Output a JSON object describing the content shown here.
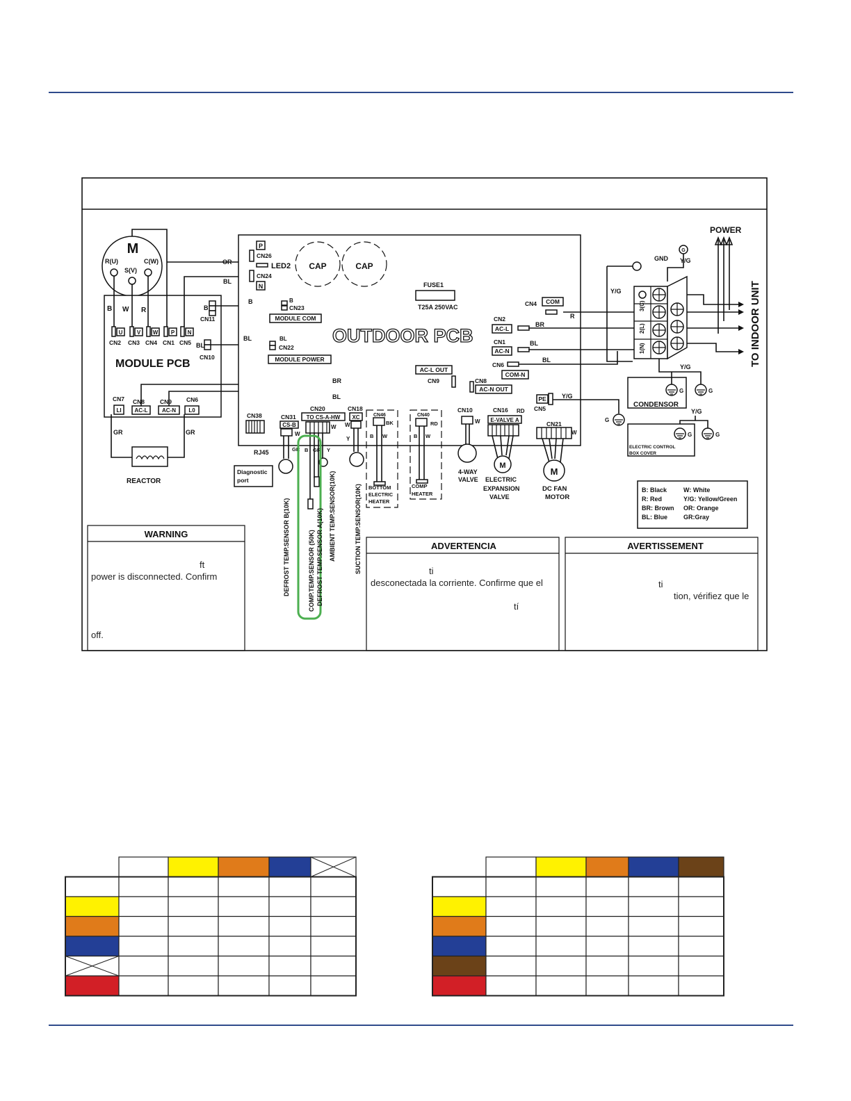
{
  "colors": {
    "rule": "#2e4a8b",
    "highlight": "#4caf50",
    "yellow": "#fff200",
    "orange": "#e07b1a",
    "blue": "#233f96",
    "brown": "#6b4218",
    "red": "#d21f26"
  },
  "motor": {
    "symbol": "M",
    "terminals": [
      "R(U)",
      "S(V)",
      "C(W)"
    ]
  },
  "module_pcb": {
    "title": "MODULE PCB",
    "wire_colors": [
      "B",
      "W",
      "R"
    ],
    "pins": [
      "U",
      "V",
      "W",
      "P",
      "N"
    ],
    "connectors": [
      "CN2",
      "CN3",
      "CN4",
      "CN1",
      "CN5"
    ],
    "cn10_wire": "BL",
    "cn10": "CN10",
    "cn11_wire": "B",
    "cn11": "CN11",
    "bottom_connectors": [
      "CN7",
      "CN8",
      "CN9",
      "CN6"
    ],
    "bottom_pins": [
      "LI",
      "AC-L",
      "AC-N",
      "L0"
    ]
  },
  "reactor": {
    "label": "REACTOR",
    "wire": "GR"
  },
  "outdoor_pcb": {
    "title": "OUTDOOR PCB",
    "cap": "CAP",
    "fuse": "FUSE1",
    "fuse_rating": "T25A 250VAC",
    "p_label": "P",
    "n_label": "N",
    "led": "LED2",
    "cn26": "CN26",
    "cn24": "CN24",
    "or": "OR",
    "bl": "BL",
    "b": "B",
    "br": "BR",
    "r": "R",
    "w": "W",
    "y": "Y",
    "gr": "GR",
    "bk": "BK",
    "rd": "RD",
    "yg": "Y/G",
    "cn23": "CN23",
    "module_com": "MODULE COM",
    "cn22": "CN22",
    "module_power": "MODULE POWER",
    "cn4": "CN4",
    "com": "COM",
    "cn2": "CN2",
    "acl": "AC-L",
    "cn1": "CN1",
    "acn": "AC-N",
    "cn6": "CN6",
    "com_n": "COM-N",
    "acl_out": "AC-L OUT",
    "cn9": "CN9",
    "cn8": "CN8",
    "acn_out": "AC-N OUT",
    "pe": "PE",
    "cn5": "CN5",
    "cn38": "CN38",
    "rj45": "RJ45",
    "diag_line1": "Diagnostic",
    "diag_line2": "port",
    "cn31": "CN31",
    "csb": "CS-B",
    "cn20": "CN20",
    "to_cs_ahw": "TO CS-A-HW",
    "cn18": "CN18",
    "xc": "XC",
    "cn46": "CN46",
    "cn40": "CN40",
    "cn10": "CN10",
    "cn16": "CN16",
    "evalve": "E-VALVE A",
    "cn21": "CN21",
    "m": "M",
    "bottom_heater": [
      "BOTTOM",
      "ELECTRIC",
      "HEATER"
    ],
    "comp_heater": [
      "COMP",
      "HEATER"
    ],
    "four_way": [
      "4-WAY",
      "VALVE"
    ],
    "exp_valve": [
      "ELECTRIC",
      "EXPANSION",
      "VALVE"
    ],
    "fan_motor": [
      "DC FAN",
      "MOTOR"
    ],
    "sensors": [
      "DEFROST TEMP.SENSOR B(10K)",
      "COMP.TEMP.SENSOR (50K)",
      "DEFROST TEMP.SENSOR A(10K)",
      "AMBIENT TEMP.SENSOR(10K)",
      "SUCTION TEMP.SENSOR(10K)"
    ]
  },
  "power": {
    "label": "POWER",
    "gnd": "GND",
    "g": "G",
    "yg": "Y/G",
    "terminals": [
      "3(C)",
      "2(L)",
      "1(N)"
    ],
    "to_indoor": "TO INDOOR UNIT",
    "condensor": "CONDENSOR",
    "ecbox_line1": "ELECTRIC CONTROL",
    "ecbox_line2": "BOX COVER"
  },
  "legend": [
    [
      "B: Black",
      "W: White"
    ],
    [
      "R: Red",
      "Y/G: Yellow/Green"
    ],
    [
      "BR: Brown",
      "OR: Orange"
    ],
    [
      "BL: Blue",
      "GR:Gray"
    ]
  ],
  "warnings": {
    "en_title": "WARNING",
    "en_lines": [
      "ft",
      "power is disconnected. Confirm",
      "off."
    ],
    "es_title": "ADVERTENCIA",
    "es_lines": [
      "ti",
      "desconectada la corriente. Confirme que el",
      "tí"
    ],
    "fr_title": "AVERTISSEMENT",
    "fr_lines": [
      "ti",
      "tion, vérifiez que le"
    ]
  }
}
